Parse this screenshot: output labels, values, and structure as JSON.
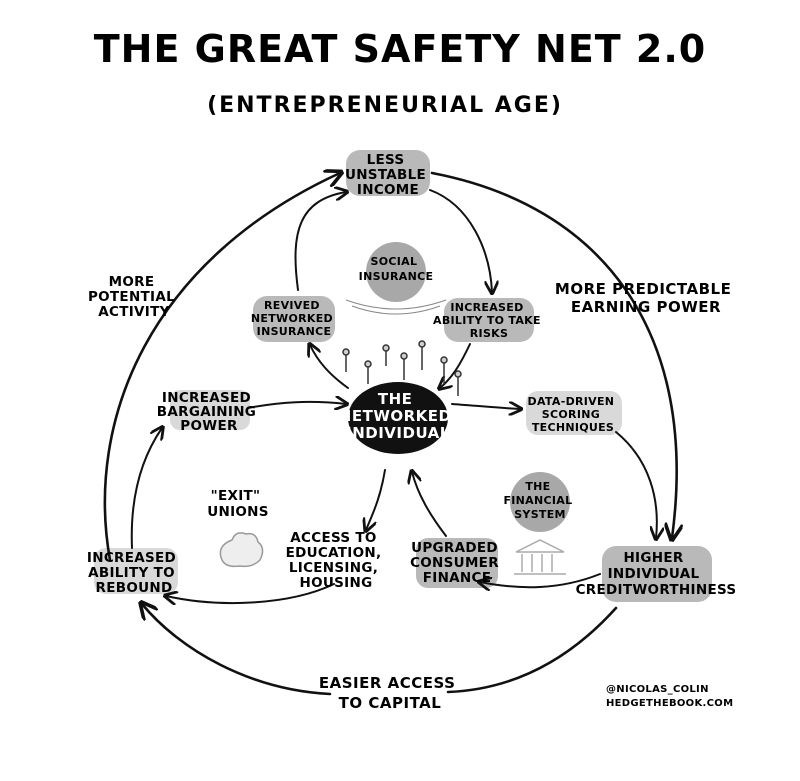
{
  "title": "THE GREAT SAFETY NET 2.0",
  "subtitle": "(ENTREPRENEURIAL AGE)",
  "nodes": {
    "less_unstable_income": [
      "LESS",
      "UNSTABLE",
      "INCOME"
    ],
    "more_predictable": [
      "MORE PREDICTABLE",
      "EARNING POWER"
    ],
    "higher_creditworthiness": [
      "HIGHER",
      "INDIVIDUAL",
      "CREDITWORTHINESS"
    ],
    "easier_access": [
      "EASIER ACCESS",
      "TO CAPITAL"
    ],
    "increased_rebound": [
      "INCREASED",
      "ABILITY TO",
      "REBOUND"
    ],
    "more_potential": [
      "MORE",
      "POTENTIAL",
      "ACTIVITY"
    ],
    "revived_insurance": [
      "REVIVED",
      "NETWORKED",
      "INSURANCE"
    ],
    "increased_risks": [
      "INCREASED",
      "ABILITY TO TAKE",
      "RISKS"
    ],
    "networked_individual": [
      "THE",
      "NETWORKED",
      "INDIVIDUAL"
    ],
    "increased_bargaining": [
      "INCREASED",
      "BARGAINING",
      "POWER"
    ],
    "data_driven": [
      "DATA-DRIVEN",
      "SCORING",
      "TECHNIQUES"
    ],
    "access_education": [
      "ACCESS TO",
      "EDUCATION,",
      "LICENSING,",
      "HOUSING"
    ],
    "upgraded_finance": [
      "UPGRADED",
      "CONSUMER",
      "FINANCE"
    ],
    "social_insurance": [
      "SOCIAL",
      "INSURANCE"
    ],
    "exit_unions": [
      "\"EXIT\"",
      "UNIONS"
    ],
    "financial_system": [
      "THE",
      "FINANCIAL",
      "SYSTEM"
    ]
  },
  "credits": [
    "@NICOLAS_COLIN",
    "HEDGETHEBOOK.COM"
  ]
}
